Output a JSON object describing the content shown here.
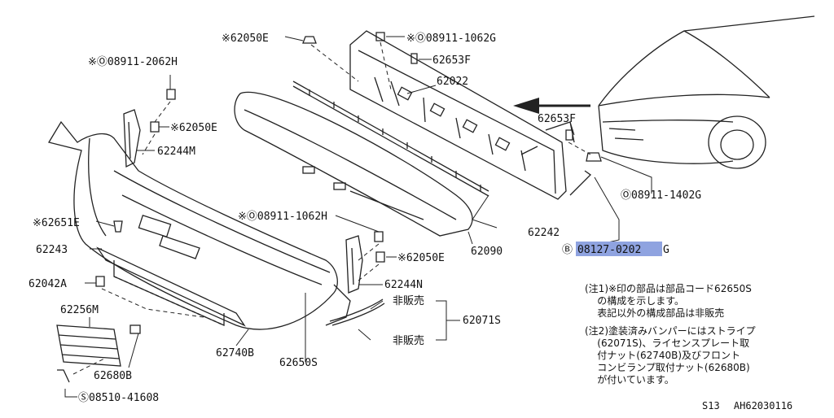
{
  "labels": {
    "p62050E_top": "※62050E",
    "p08911_1062G": "※Ⓞ08911-1062G",
    "p62653F_top": "62653F",
    "p62022": "62022",
    "p08911_2062H": "※Ⓞ08911-2062H",
    "p62050E_left": "※62050E",
    "p62244M": "62244M",
    "p62653F_right": "62653F",
    "p08911_1402G": "Ⓞ08911-1402G",
    "p08911_1062H": "※Ⓞ08911-1062H",
    "p62651E": "※62651E",
    "p62242": "62242",
    "p62243": "62243",
    "p62090": "62090",
    "p08127_prefix": "Ⓑ",
    "p08127_hl": "08127-0202",
    "p08127_suffix": "G",
    "p62050E_mid": "※62050E",
    "p62042A": "62042A",
    "p62244N": "62244N",
    "p62256M": "62256M",
    "p_not_sold_1": "非販売",
    "p62071S": "62071S",
    "p_not_sold_2": "非販売",
    "p62740B": "62740B",
    "p62650S": "62650S",
    "p62680B": "62680B",
    "p08510_41608": "Ⓢ08510-41608"
  },
  "notes": {
    "note1": "(注1)※印の部品は部品コード62650S\n    の構成を示します。\n    表記以外の構成部品は非販売",
    "note2": "(注2)塗装済みバンパーにはストライプ\n    (62071S)、ライセンスプレート取\n    付ナット(62740B)及びフロント\n    コンビランプ取付ナット(62680B)\n    が付いています。"
  },
  "footer": {
    "text": "S13  AH62030116"
  }
}
